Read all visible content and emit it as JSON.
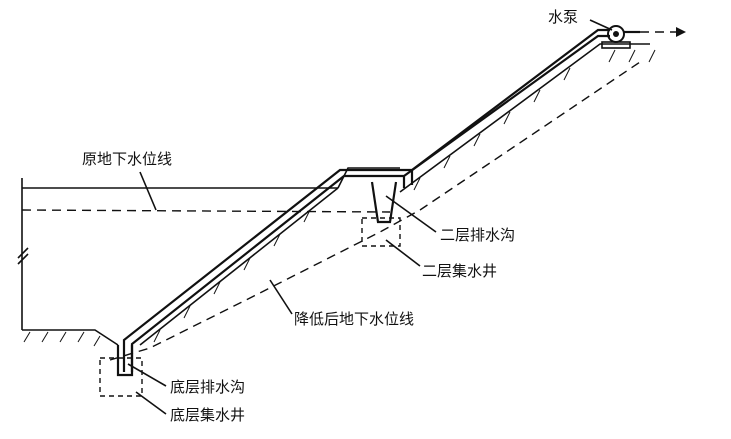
{
  "labels": {
    "pump": "水泵",
    "original_water_table": "原地下水位线",
    "second_ditch": "二层排水沟",
    "second_well": "二层集水井",
    "lowered_water_table": "降低后地下水位线",
    "bottom_ditch": "底层排水沟",
    "bottom_well": "底层集水井"
  },
  "colors": {
    "ink": "#111111",
    "background": "#ffffff"
  },
  "icons": {
    "pump": "pump-icon",
    "flow_arrow": "arrow-right-icon"
  }
}
